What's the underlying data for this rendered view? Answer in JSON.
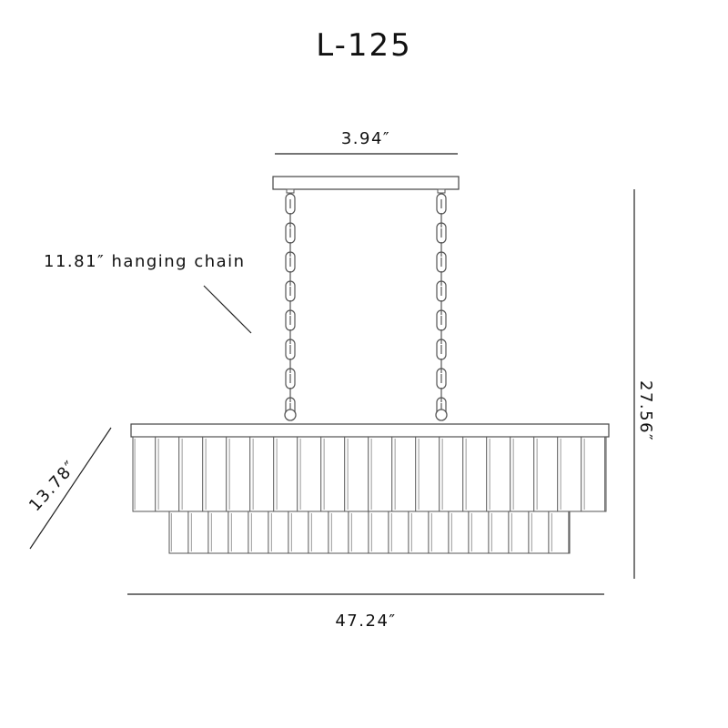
{
  "title": "L-125",
  "dimensions": {
    "canopy_width": "3.94″",
    "chain_length": "11.81″",
    "chain_label": "hanging chain",
    "total_height": "27.56″",
    "depth": "13.78″",
    "width": "47.24″"
  }
}
